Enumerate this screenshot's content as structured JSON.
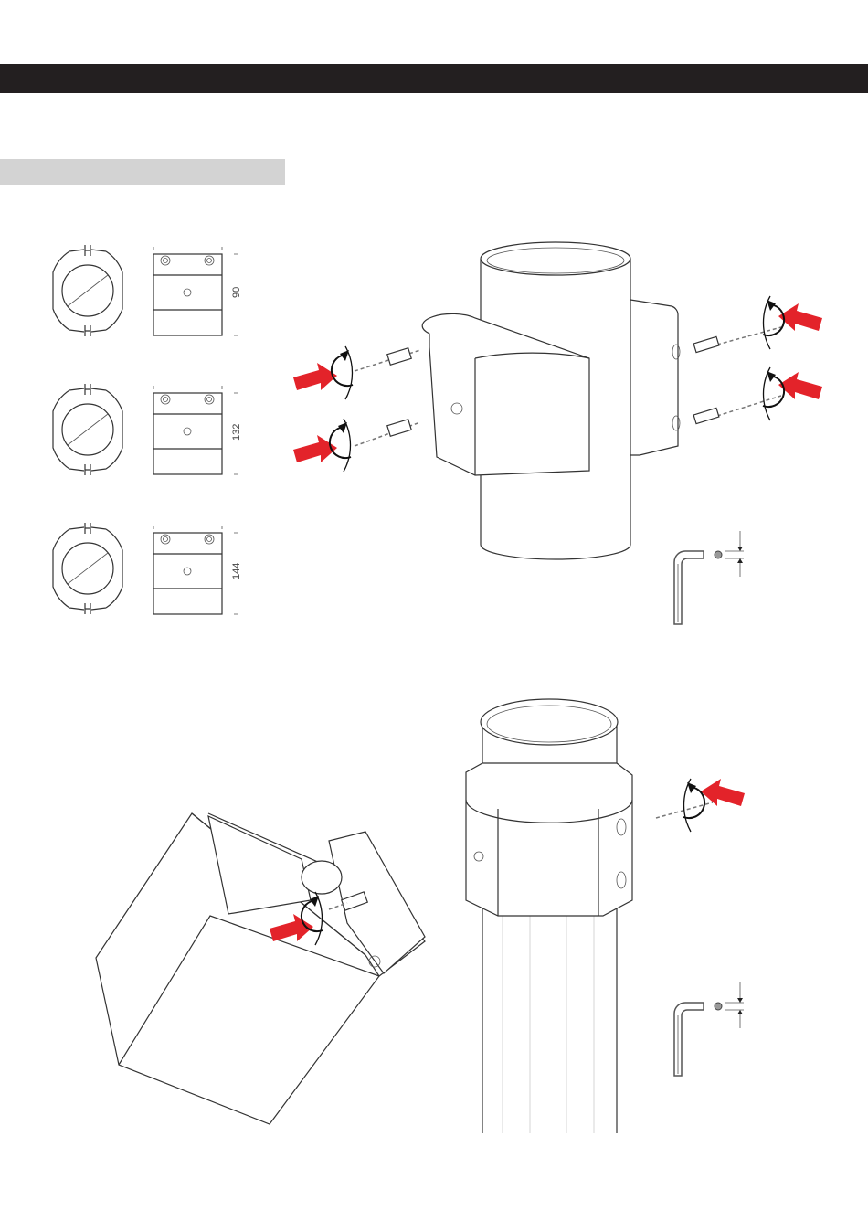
{
  "colors": {
    "header_bar": "#231f20",
    "section_bar": "#d3d3d3",
    "arrow": "#e3232a"
  },
  "clamp_profiles": [
    {
      "dimension": "90"
    },
    {
      "dimension": "132"
    },
    {
      "dimension": "144"
    }
  ],
  "icons": [
    "clamp-ring-icon",
    "clamp-side-icon",
    "pipe-clamp-assembly",
    "push-arrow-icon",
    "rotate-arrow-icon",
    "hex-key-icon",
    "fixture-box-illustration"
  ]
}
